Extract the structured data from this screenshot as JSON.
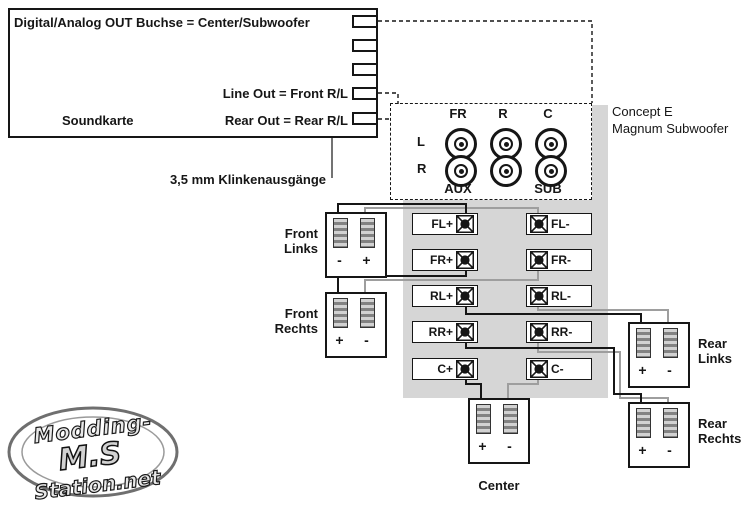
{
  "diagram": {
    "soundcard": {
      "name": "Soundkarte",
      "digital_out_label": "Digital/Analog OUT Buchse = Center/Subwoofer",
      "line_out_label": "Line Out = Front R/L",
      "rear_out_label": "Rear Out = Rear R/L",
      "jack_note": "3,5 mm Klinkenausgänge"
    },
    "subwoofer": {
      "name_line1": "Concept E",
      "name_line2": "Magnum Subwoofer",
      "input_labels": {
        "fr": "FR",
        "r": "R",
        "c": "C",
        "row_l": "L",
        "row_r": "R",
        "aux": "AUX",
        "sub": "SUB"
      },
      "terminal_rows": [
        {
          "plus": "FL+",
          "minus": "FL-"
        },
        {
          "plus": "FR+",
          "minus": "FR-"
        },
        {
          "plus": "RL+",
          "minus": "RL-"
        },
        {
          "plus": "RR+",
          "minus": "RR-"
        },
        {
          "plus": "C+",
          "minus": "C-"
        }
      ]
    },
    "speakers": {
      "front_links": {
        "line1": "Front",
        "line2": "Links",
        "left_pol": "-",
        "right_pol": "+"
      },
      "front_rechts": {
        "line1": "Front",
        "line2": "Rechts",
        "left_pol": "+",
        "right_pol": "-"
      },
      "rear_links": {
        "line1": "Rear",
        "line2": "Links",
        "left_pol": "+",
        "right_pol": "-"
      },
      "rear_rechts": {
        "line1": "Rear",
        "line2": "Rechts",
        "left_pol": "+",
        "right_pol": "-"
      },
      "center": {
        "name": "Center",
        "left_pol": "+",
        "right_pol": "-"
      }
    },
    "logo": {
      "line1": "Modding-",
      "line2": "M.S",
      "line3": "Station.net"
    },
    "colors": {
      "panel_gray": "#d6d6d6",
      "wire_black": "#161616",
      "wire_gray": "#9e9e9e"
    }
  }
}
